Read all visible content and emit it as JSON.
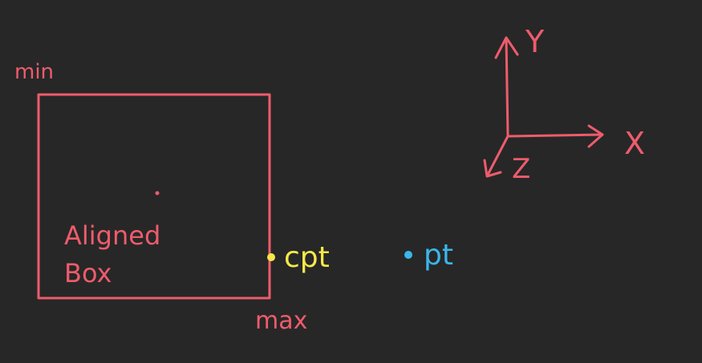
{
  "labels": {
    "min": "min",
    "max": "max",
    "box_line1": "Aligned",
    "box_line2": "Box",
    "cpt": "cpt",
    "pt": "pt",
    "axis_x": "X",
    "axis_y": "Y",
    "axis_z": "Z"
  },
  "colors": {
    "background": "#272727",
    "box_stroke": "#ee5c6c",
    "cpt": "#f6e84a",
    "pt": "#3bb6ea",
    "axes": "#ee5c6c"
  }
}
